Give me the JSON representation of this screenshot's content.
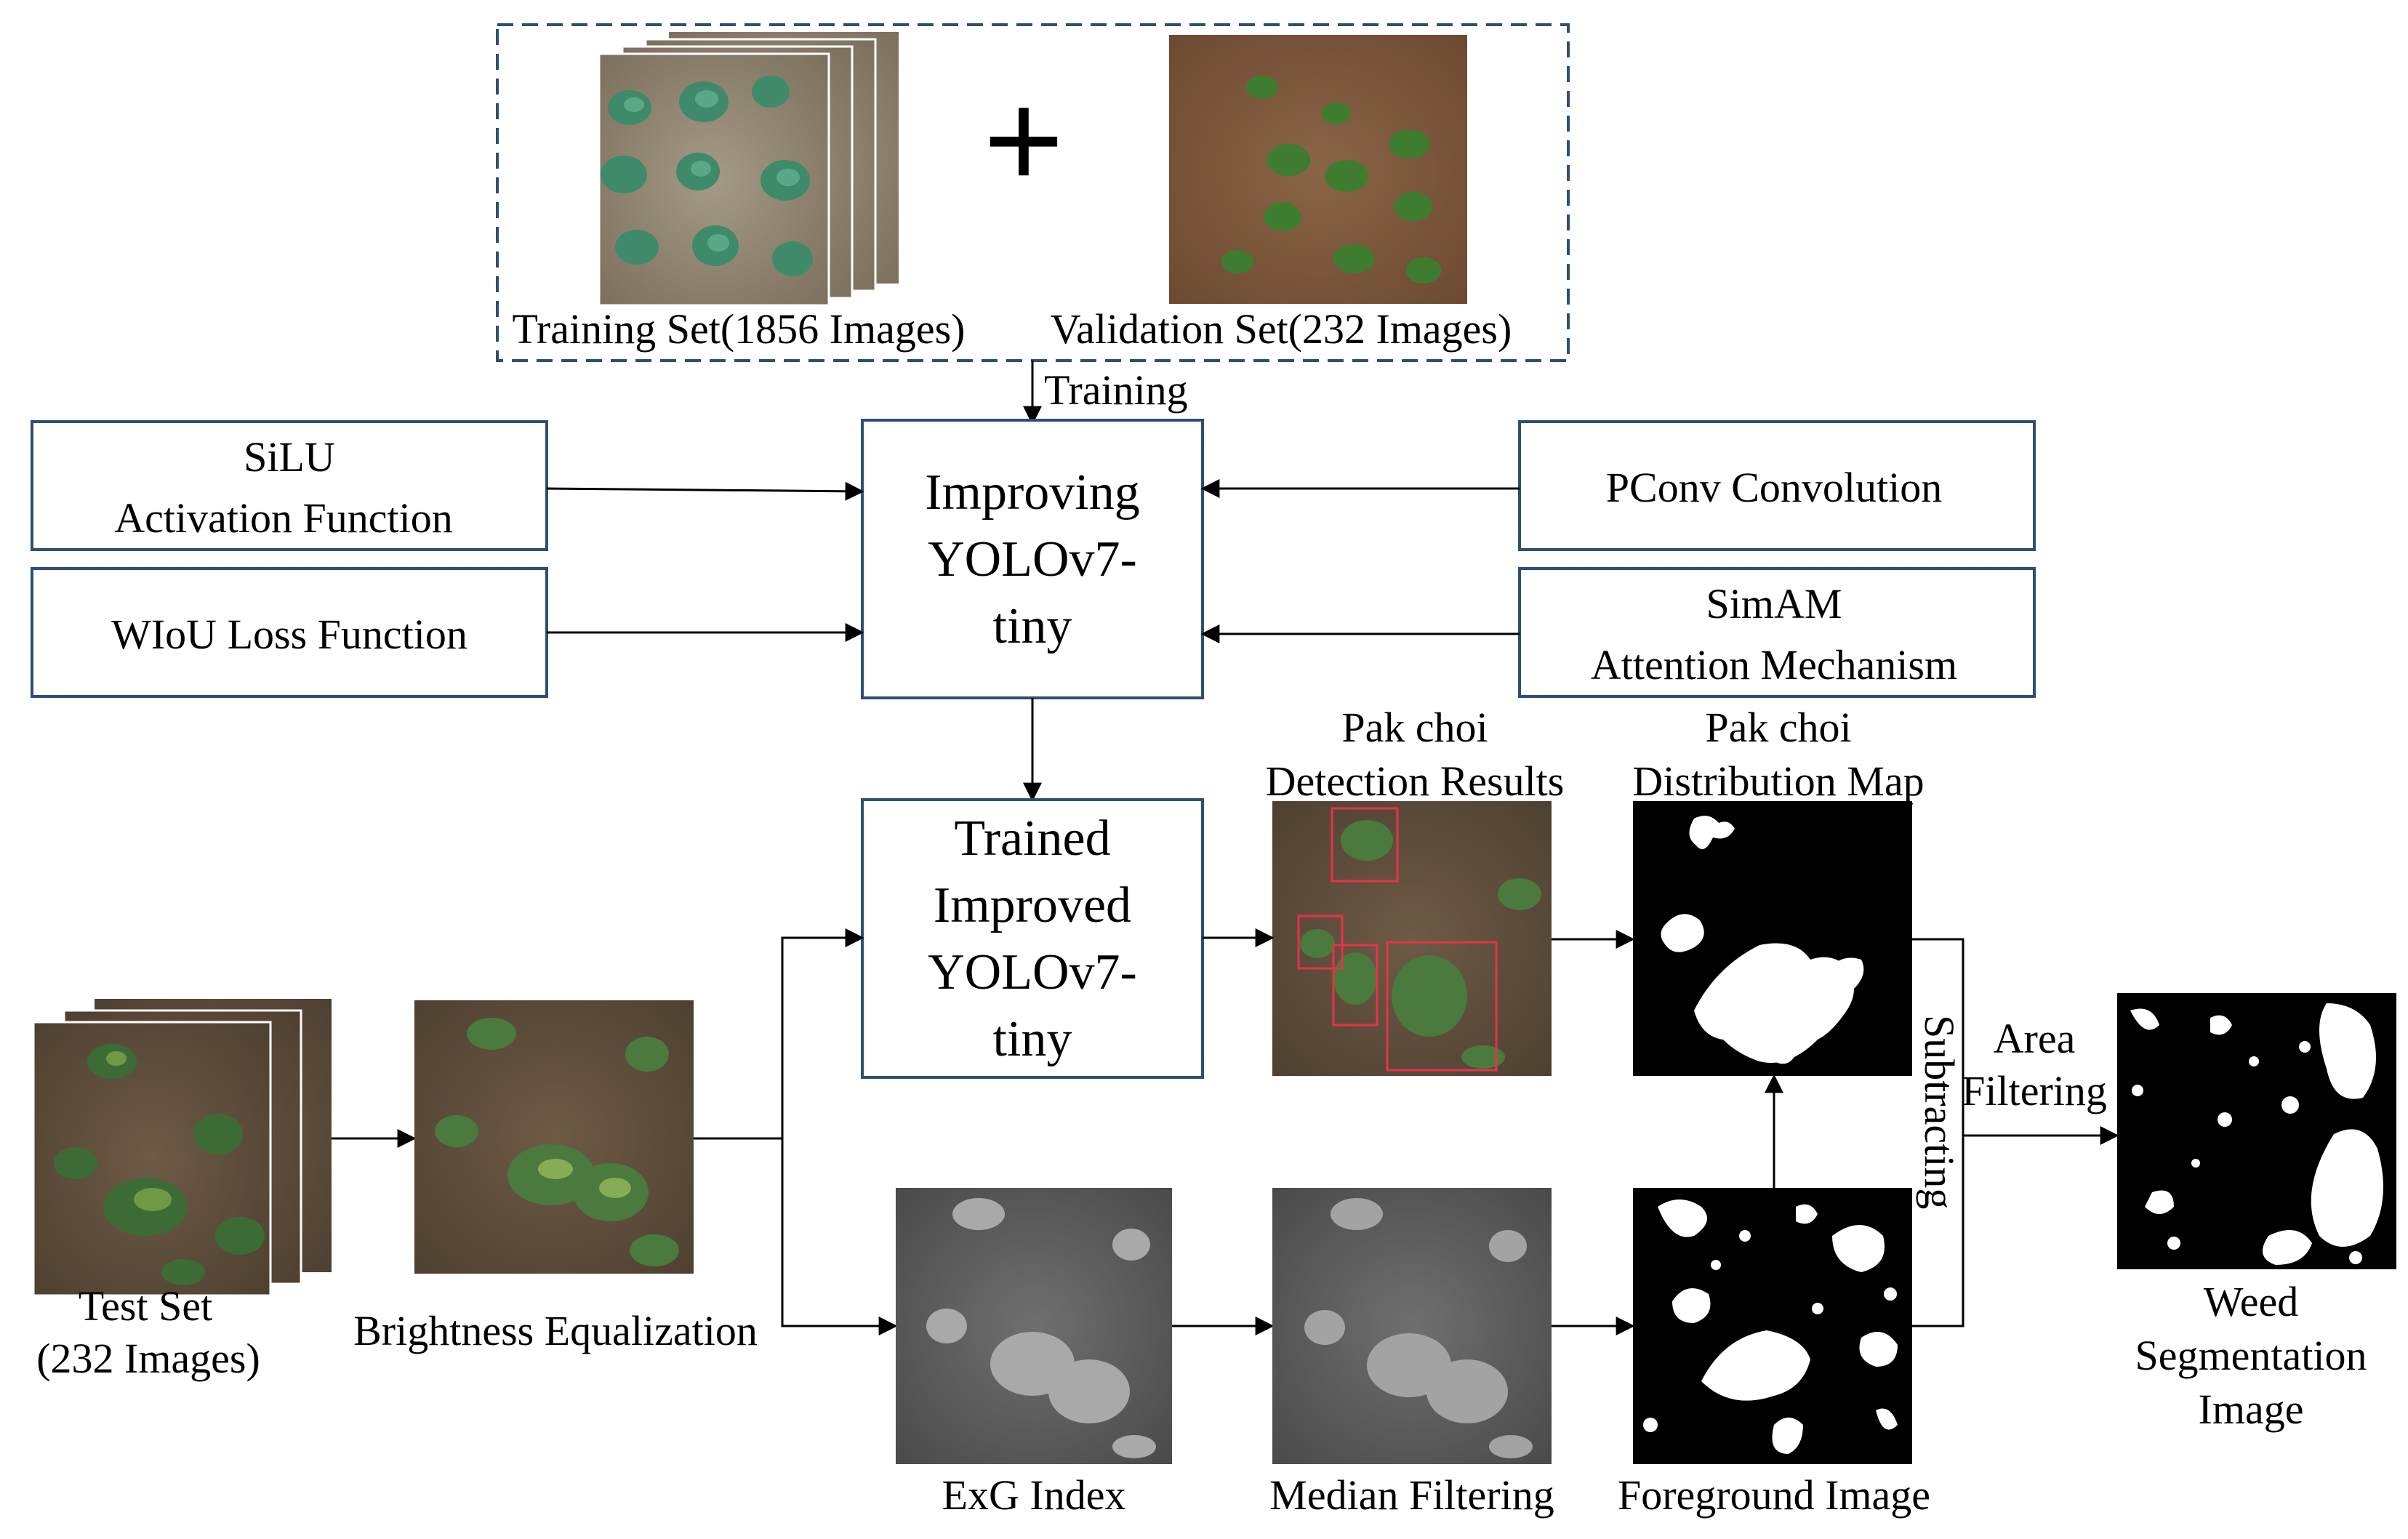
{
  "dataset": {
    "training_label": "Training Set(1856 Images)",
    "plus_symbol": "+",
    "validation_label": "Validation Set(232 Images)",
    "training_arrow_label": "Training"
  },
  "modules": {
    "silu": [
      "SiLU",
      "Activation Function"
    ],
    "wiou": "WIoU Loss Function",
    "pconv": "PConv Convolution",
    "simam": [
      "SimAM",
      "Attention Mechanism"
    ]
  },
  "model": {
    "improving": [
      "Improving",
      "YOLOv7-",
      "tiny"
    ],
    "trained": [
      "Trained",
      "Improved",
      "YOLOv7-",
      "tiny"
    ]
  },
  "pipeline": {
    "test_set": [
      "Test Set",
      "(232 Images)"
    ],
    "brightness": "Brightness Equalization",
    "detection_results": [
      "Pak choi",
      "Detection Results"
    ],
    "distribution_map": [
      "Pak choi",
      "Distribution Map"
    ],
    "subtracting": "Subtracting",
    "area_filtering": [
      "Area",
      "Filtering"
    ],
    "weed_image": [
      "Weed",
      "Segmentation",
      "Image"
    ],
    "exg": "ExG Index",
    "median": "Median Filtering",
    "foreground": "Foreground Image"
  },
  "colors": {
    "box_border": "#2e4f73",
    "detection_box": "#e8324a",
    "dashed_border": "#2e4f73"
  }
}
